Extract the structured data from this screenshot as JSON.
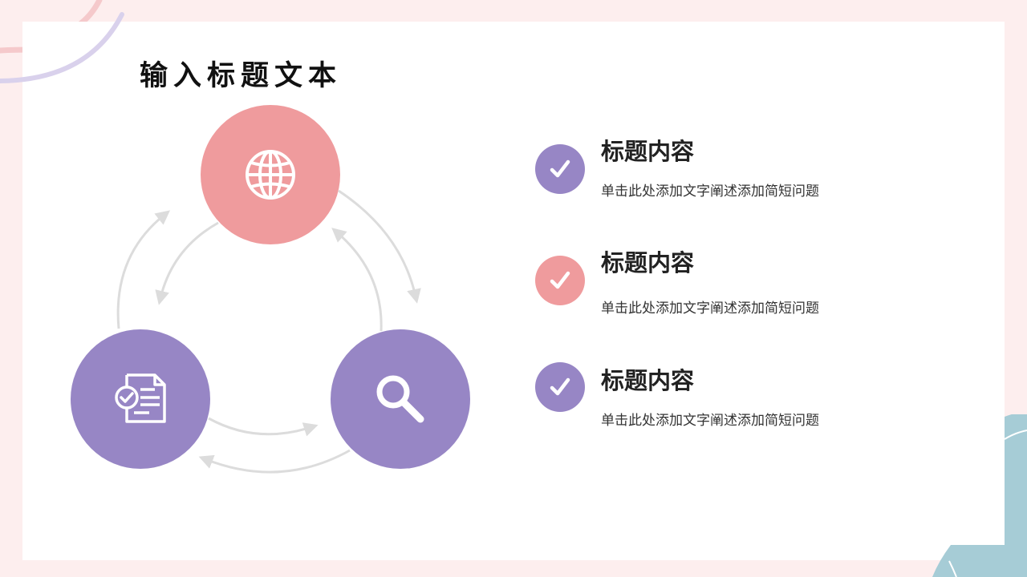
{
  "slide": {
    "title": "输入标题文本",
    "colors": {
      "background": "#fdeeee",
      "card": "#ffffff",
      "pink": "#ef9b9d",
      "purple": "#9786c5",
      "teal": "#a6ccd6",
      "arrow": "#dddddd"
    }
  },
  "diagram": {
    "nodes": [
      {
        "id": "top",
        "icon": "globe-icon",
        "color": "#ef9b9d"
      },
      {
        "id": "bottom-left",
        "icon": "document-check-icon",
        "color": "#9786c5"
      },
      {
        "id": "bottom-right",
        "icon": "search-icon",
        "color": "#9786c5"
      }
    ],
    "connectors": "bidirectional-curved-arrows"
  },
  "items": [
    {
      "heading": "标题内容",
      "description": "单击此处添加文字阐述添加简短问题",
      "icon": "check-icon",
      "color": "#9786c5"
    },
    {
      "heading": "标题内容",
      "description": "单击此处添加文字阐述添加简短问题",
      "icon": "check-icon",
      "color": "#ef9b9d"
    },
    {
      "heading": "标题内容",
      "description": "单击此处添加文字阐述添加简短问题",
      "icon": "check-icon",
      "color": "#9786c5"
    }
  ]
}
